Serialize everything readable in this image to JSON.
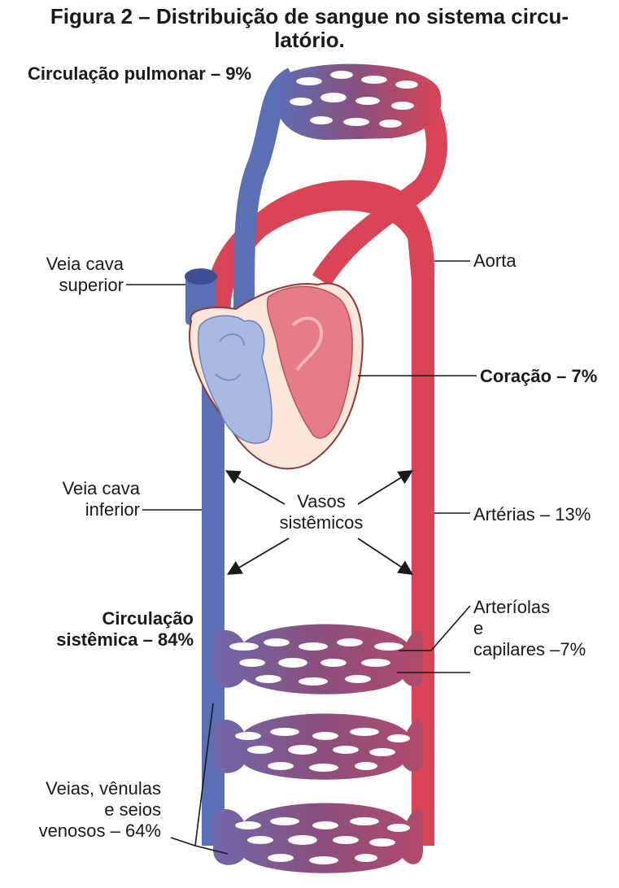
{
  "figure": {
    "title_line1": "Figura 2 – Distribuição de sangue no sistema circu-",
    "title_line2": "latório."
  },
  "labels": {
    "pulmonary": "Circulação pulmonar – 9%",
    "vena_cava_superior_1": "Veia cava",
    "vena_cava_superior_2": "superior",
    "aorta": "Aorta",
    "heart": "Coração – 7%",
    "vena_cava_inferior_1": "Veia cava",
    "vena_cava_inferior_2": "inferior",
    "systemic_vessels_1": "Vasos",
    "systemic_vessels_2": "sistêmicos",
    "arteries": "Artérias – 13%",
    "systemic_circ_1": "Circulação",
    "systemic_circ_2": "sistêmica – 84%",
    "arterioles_1": "Arteríolas",
    "arterioles_2": "e",
    "arterioles_3": "capilares –7%",
    "veins_1": "Veias, vênulas",
    "veins_2": "e seios",
    "veins_3": "venosos – 64%"
  },
  "colors": {
    "venous": "#5b6fb4",
    "arterial": "#d94457",
    "capillary_bed": "#8a4f7e",
    "heart_right_side": "#aab9e2",
    "heart_left_side": "#e57c86",
    "heart_wall": "#fbe6d9"
  }
}
